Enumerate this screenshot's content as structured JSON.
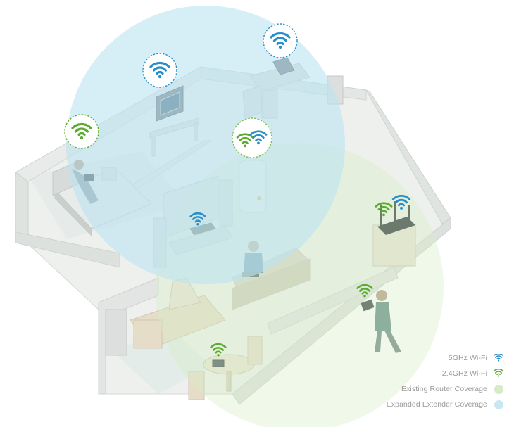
{
  "legend": {
    "items": [
      {
        "label": "5GHz Wi-Fi",
        "icon": "wifi-5ghz-icon",
        "color": "#2a8fc9"
      },
      {
        "label": "2.4GHz Wi-Fi",
        "icon": "wifi-24ghz-icon",
        "color": "#5aab2e"
      },
      {
        "label": "Existing Router Coverage",
        "icon": "router-coverage-swatch",
        "color": "#d5ecc4"
      },
      {
        "label": "Expanded Extender Coverage",
        "icon": "extender-coverage-swatch",
        "color": "#c9e7f3"
      }
    ]
  },
  "colors": {
    "wifi_5ghz": "#2a8fc9",
    "wifi_24ghz": "#5aab2e",
    "router_coverage": "#d5ecc4",
    "extender_coverage": "#bde3f0",
    "wall": "#e3e6e4",
    "floor": "#eef0ee"
  }
}
